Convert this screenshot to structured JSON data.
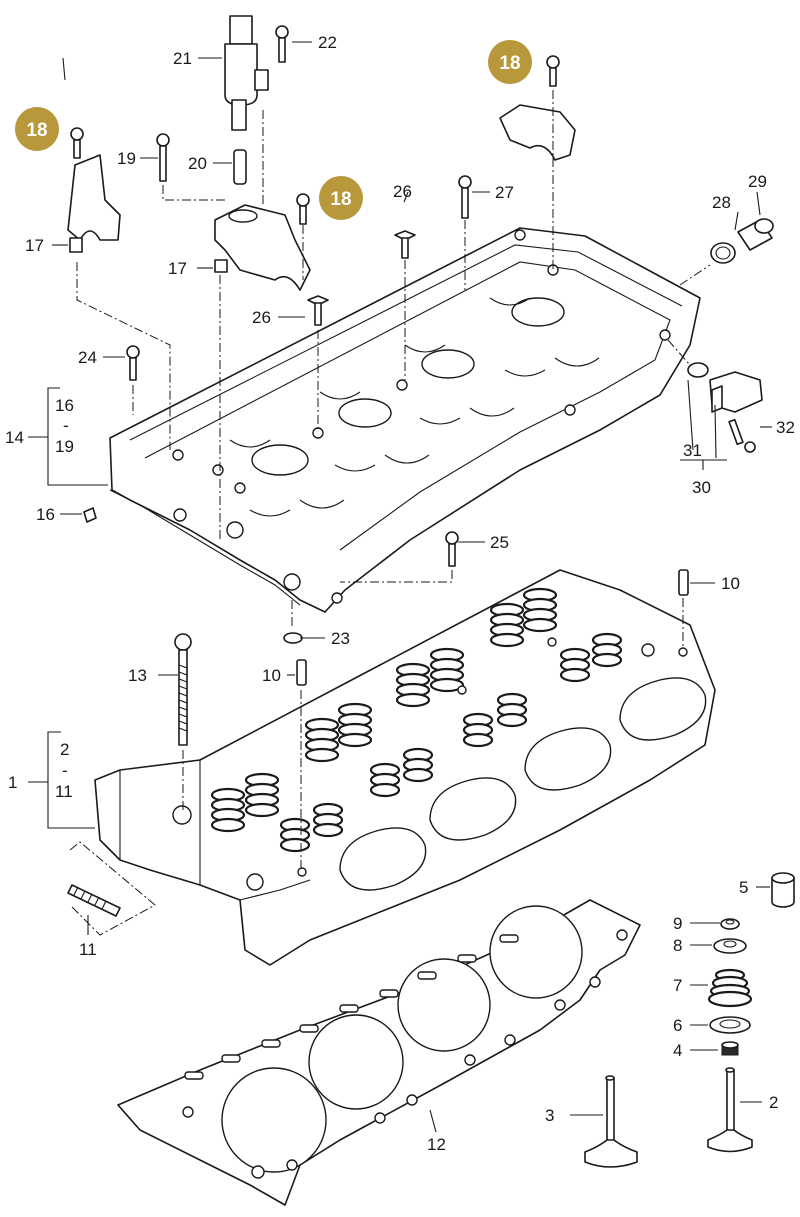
{
  "badge_color": "#b8983a",
  "highlights": [
    "18",
    "18",
    "18"
  ],
  "callouts": {
    "c1": "1",
    "c2": "2",
    "c3": "3",
    "c4": "4",
    "c5": "5",
    "c6": "6",
    "c7": "7",
    "c8": "8",
    "c9": "9",
    "c10a": "10",
    "c10b": "10",
    "c11": "11",
    "c12": "12",
    "c13": "13",
    "c14": "14",
    "c16a": "16",
    "c16b": "16",
    "c17a": "17",
    "c17b": "17",
    "c19a": "19",
    "c19b": "19",
    "c20": "20",
    "c21": "21",
    "c22": "22",
    "c23": "23",
    "c24": "24",
    "c25": "25",
    "c26a": "26",
    "c26b": "26",
    "c27": "27",
    "c28": "28",
    "c29": "29",
    "c30": "30",
    "c31": "31",
    "c32": "32",
    "range_top_2": "2",
    "range_top_11": "11",
    "dash": "-",
    "dash2": "-"
  }
}
